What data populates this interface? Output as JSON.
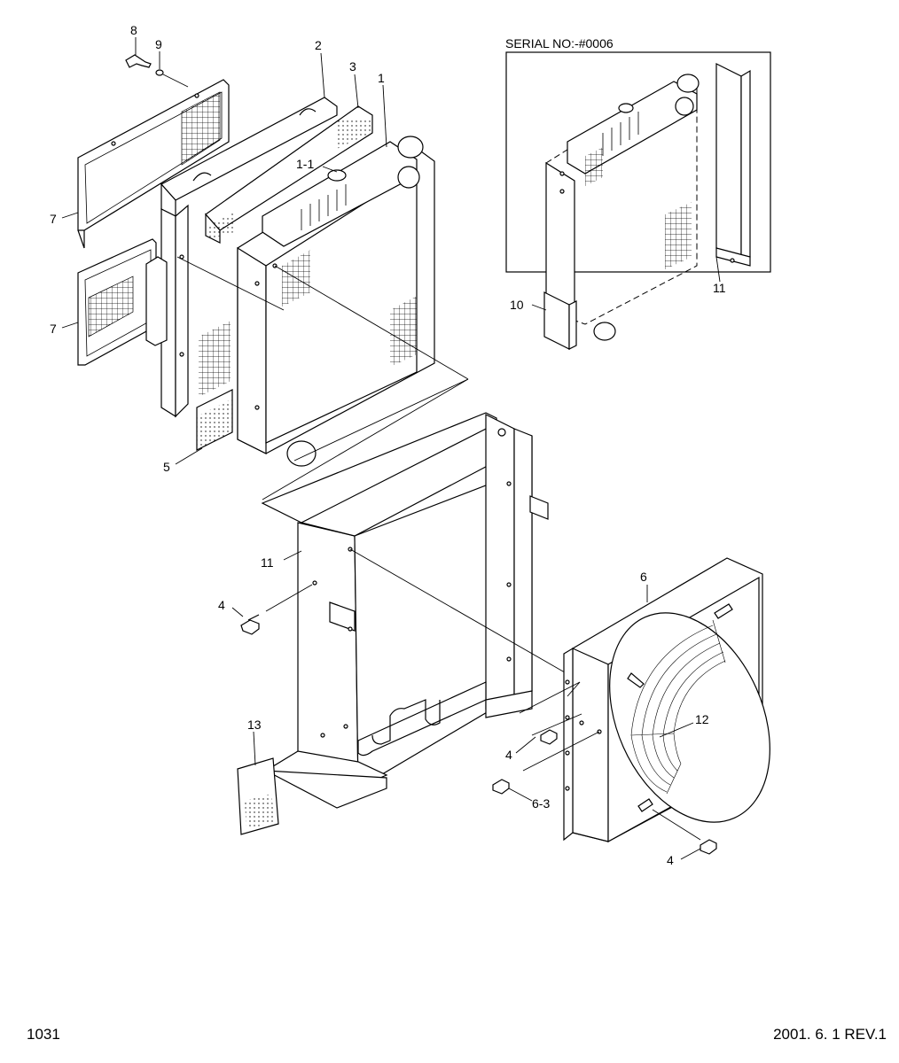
{
  "inset": {
    "title": "SERIAL NO:-#0006"
  },
  "callouts": {
    "c1": "1",
    "c1_1": "1-1",
    "c2": "2",
    "c3": "3",
    "c4a": "4",
    "c4b": "4",
    "c4c": "4",
    "c5": "5",
    "c6": "6",
    "c6_3": "6-3",
    "c7a": "7",
    "c7b": "7",
    "c8": "8",
    "c9": "9",
    "c10": "10",
    "c11a": "11",
    "c11b": "11",
    "c12": "12",
    "c13": "13"
  },
  "footer": {
    "page_number": "1031",
    "revision": "2001. 6. 1 REV.1"
  }
}
